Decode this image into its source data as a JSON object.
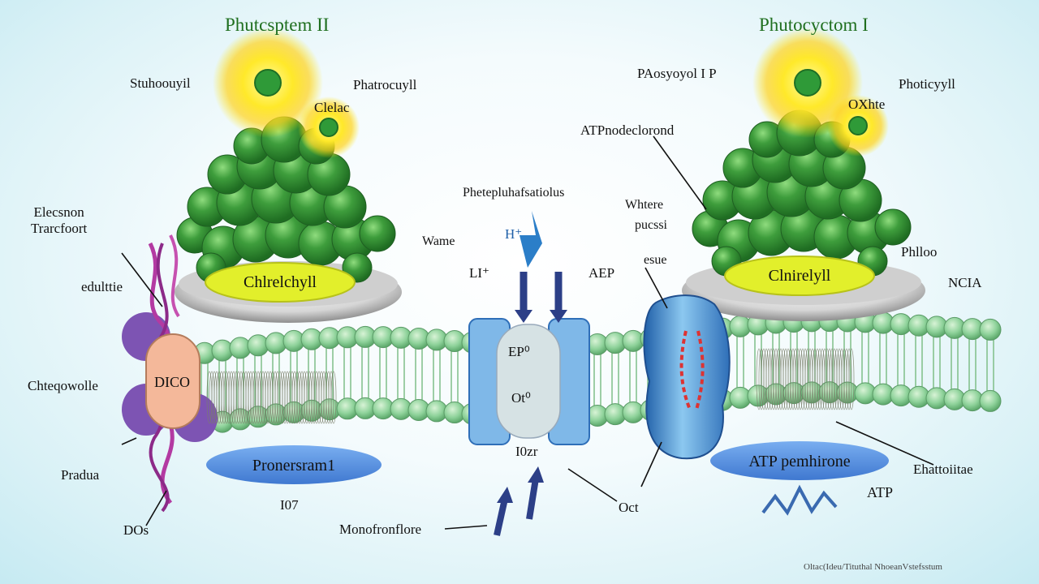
{
  "titles": {
    "left": "Phutcsptem II",
    "right": "Phutocyctom I"
  },
  "labels": {
    "left_sun_left": "Stuhoouyil",
    "left_sun_right": "Phatrocuyll",
    "left_small_sun": "Clelac",
    "electron_transport": "Elecsnon\nTrarcfoort",
    "edulitie": "edulttie",
    "chteqowolle": "Chteqowolle",
    "pradua": "Pradua",
    "dos": "DOs",
    "dico": "DICO",
    "chlorophyll_left": "Chlrelchyll",
    "pronerom": "Pronersram1",
    "i07": "I07",
    "monofrontore": "Monofronflore",
    "middle_top": "Phetepluhafsatiolus",
    "wame": "Wame",
    "h_plus": "H⁺",
    "li": "LI⁺",
    "atp_center": "AEP",
    "ep": "EP⁰",
    "ot": "Ot⁰",
    "lozr": "I0zr",
    "oct": "Oct",
    "phosyoyl": "PAosyoyol I P",
    "atp_nodecl": "ATPnodeclorond",
    "whtere": "Whtere",
    "pucsi": "pucssi",
    "esue": "esue",
    "right_sun_right": "Photicyyll",
    "right_small_sun": "OXhte",
    "chlorophyll_right": "Clnirelyll",
    "phlloo": "Phlloo",
    "ncia": "NCIA",
    "atp_pemfirone": "ATP pemhirone",
    "ehattoitae": "Ehattoiitae",
    "atp": "ATP",
    "footer": "Oltac(Ideu/Tituthal NhoeanVstefsstum"
  },
  "colors": {
    "title_green": "#1f6f1f",
    "granule_green": "#2f8f2f",
    "chlorophyll_yellow": "#e0ee2a",
    "membrane_green": "#8fd49a",
    "pill_blue": "#4f86d8",
    "atp_blue": "#3f86c8",
    "purple": "#7a4fa8"
  }
}
